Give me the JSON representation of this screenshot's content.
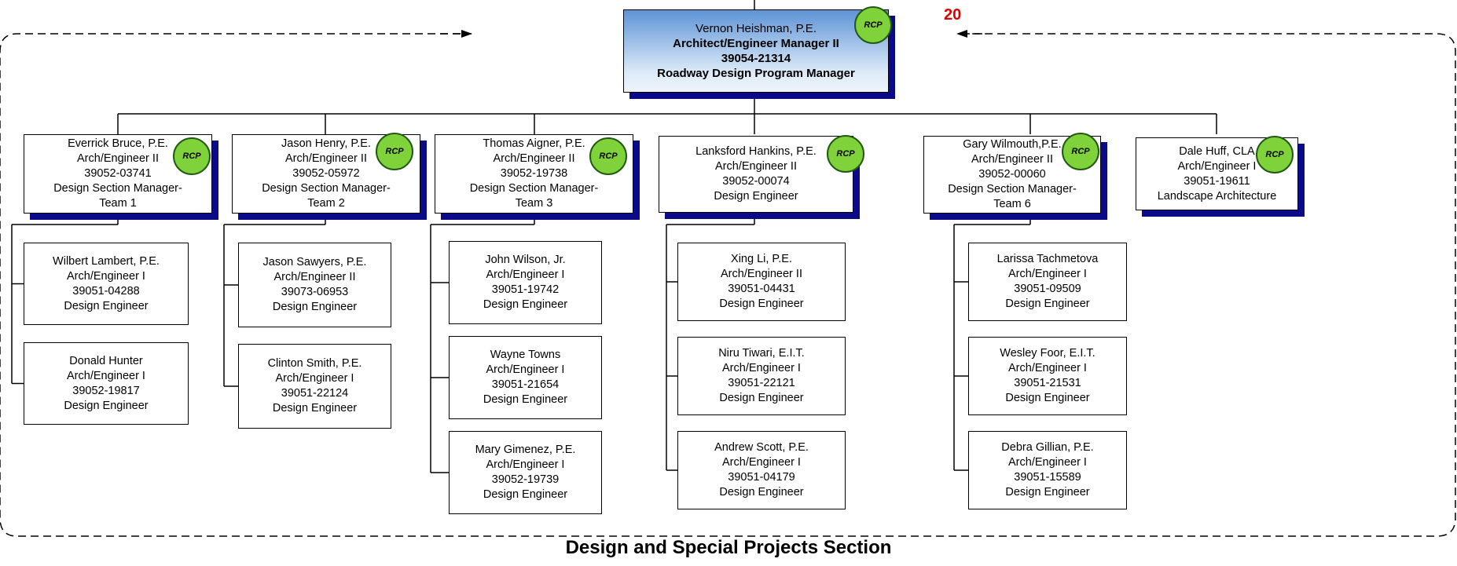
{
  "chart_number": "20",
  "section_title": "Design and Special Projects Section",
  "badge_text": "RCP",
  "colors": {
    "shadow": "#0b0b8a",
    "badge": "#7fd23a",
    "number": "#e00000"
  },
  "manager": [
    "Vernon Heishman, P.E.",
    "Architect/Engineer Manager II",
    "39054-21314",
    "Roadway Design Program Manager"
  ],
  "leads": [
    [
      "Everrick Bruce, P.E.",
      "Arch/Engineer II",
      "39052-03741",
      "Design Section Manager-",
      "Team 1"
    ],
    [
      "Jason Henry, P.E.",
      "Arch/Engineer II",
      "39052-05972",
      "Design Section Manager-",
      "Team 2"
    ],
    [
      "Thomas Aigner, P.E.",
      "Arch/Engineer II",
      "39052-19738",
      "Design Section Manager-",
      "Team 3"
    ],
    [
      "Lanksford Hankins, P.E.",
      "Arch/Engineer II",
      "39052-00074",
      "Design Engineer"
    ],
    [
      "Gary Wilmouth,P.E.",
      "Arch/Engineer II",
      "39052-00060",
      "Design Section Manager-",
      "Team 6"
    ],
    [
      "Dale Huff, CLA",
      "Arch/Engineer I",
      "39051-19611",
      "Landscape Architecture"
    ]
  ],
  "teams": [
    [
      [
        "Wilbert Lambert, P.E.",
        "Arch/Engineer I",
        "39051-04288",
        "Design Engineer"
      ],
      [
        "Donald Hunter",
        "Arch/Engineer I",
        "39052-19817",
        "Design Engineer"
      ]
    ],
    [
      [
        "Jason Sawyers, P.E.",
        "Arch/Engineer II",
        "39073-06953",
        "Design Engineer"
      ],
      [
        "Clinton Smith, P.E.",
        "Arch/Engineer I",
        "39051-22124",
        "Design Engineer"
      ]
    ],
    [
      [
        "John Wilson, Jr.",
        "Arch/Engineer I",
        "39051-19742",
        "Design Engineer"
      ],
      [
        "Wayne Towns",
        "Arch/Engineer I",
        "39051-21654",
        "Design Engineer"
      ],
      [
        "Mary Gimenez, P.E.",
        "Arch/Engineer I",
        "39052-19739",
        "Design  Engineer"
      ]
    ],
    [
      [
        "Xing Li, P.E.",
        "Arch/Engineer II",
        "39051-04431",
        "Design Engineer"
      ],
      [
        "Niru Tiwari, E.I.T.",
        "Arch/Engineer I",
        "39051-22121",
        "Design Engineer"
      ],
      [
        "Andrew Scott, P.E.",
        "Arch/Engineer I",
        "39051-04179",
        "Design Engineer"
      ]
    ],
    [
      [
        "Larissa Tachmetova",
        "Arch/Engineer I",
        "39051-09509",
        "Design Engineer"
      ],
      [
        "Wesley Foor, E.I.T.",
        "Arch/Engineer I",
        "39051-21531",
        "Design Engineer"
      ],
      [
        "Debra Gillian, P.E.",
        "Arch/Engineer I",
        "39051-15589",
        "Design Engineer"
      ]
    ]
  ]
}
